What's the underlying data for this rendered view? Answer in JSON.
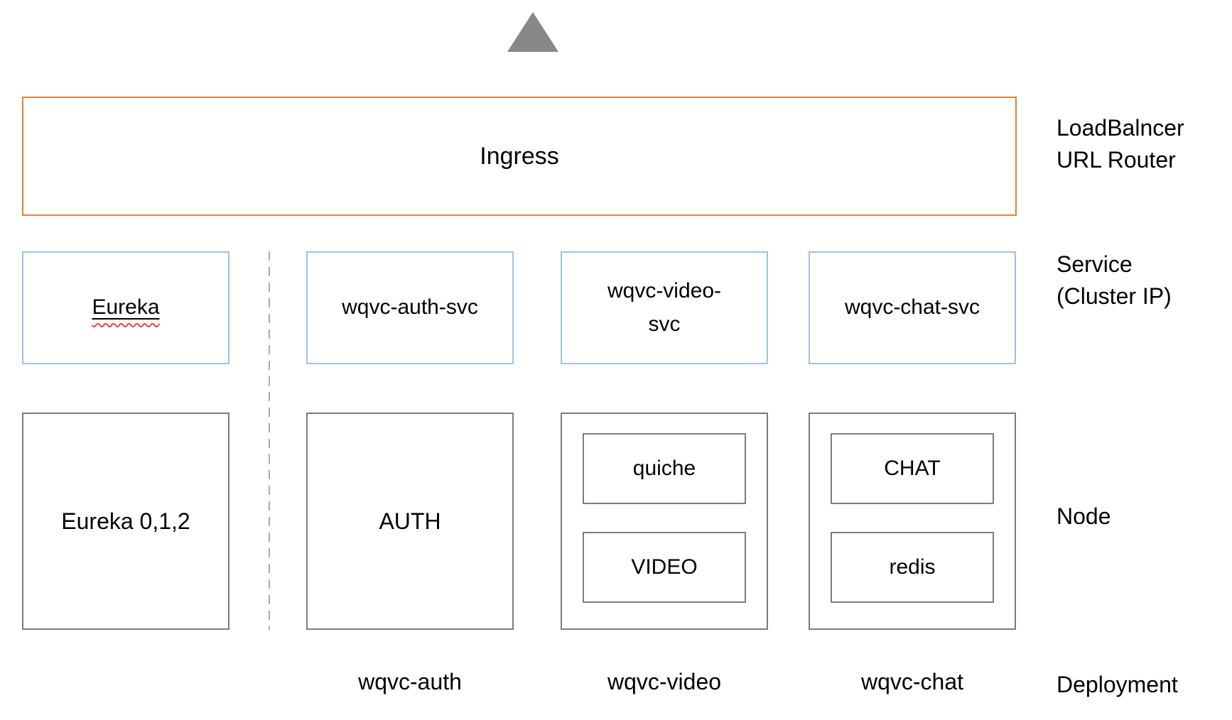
{
  "colors": {
    "ingress_border": "#E0813C",
    "service_border": "#9DC3E6",
    "node_border": "#7C7C7C",
    "divider_dash": "#A9A9A9",
    "triangle": "#878787",
    "text": "#000000",
    "spellcheck_underline": "#E8473F"
  },
  "ingress": {
    "label": "Ingress"
  },
  "side_labels": {
    "ingress": "LoadBalncer\nURL Router",
    "service": "Service\n(Cluster IP)",
    "node": "Node",
    "deployment": "Deployment"
  },
  "services": [
    {
      "label": "Eureka"
    },
    {
      "label": "wqvc-auth-svc"
    },
    {
      "label": "wqvc-video-\nsvc"
    },
    {
      "label": "wqvc-chat-svc"
    }
  ],
  "nodes": [
    {
      "label": "Eureka 0,1,2"
    },
    {
      "label": "AUTH"
    },
    {
      "pods": [
        "quiche",
        "VIDEO"
      ]
    },
    {
      "pods": [
        "CHAT",
        "redis"
      ]
    }
  ],
  "deployments": [
    "wqvc-auth",
    "wqvc-video",
    "wqvc-chat"
  ]
}
